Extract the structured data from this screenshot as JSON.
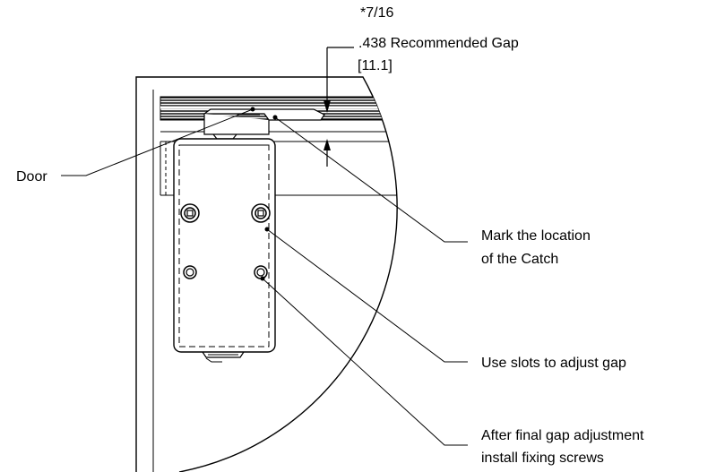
{
  "gap": {
    "fraction": "*7/16",
    "decimal_label": ".438 Recommended Gap",
    "metric": "[11.1]"
  },
  "callouts": {
    "door": "Door",
    "mark_line1": "Mark the location",
    "mark_line2": "of the Catch",
    "slots": "Use slots to adjust gap",
    "screws_line1": "After final gap adjustment",
    "screws_line2": "install fixing screws"
  }
}
